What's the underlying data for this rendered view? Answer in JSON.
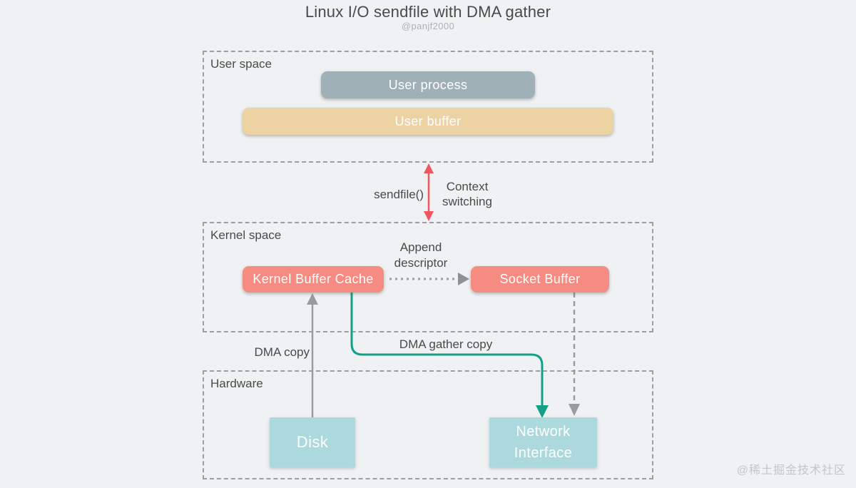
{
  "title": "Linux I/O sendfile with DMA gather",
  "subtitle": "@panjf2000",
  "watermark": "@稀土掘金技术社区",
  "sections": {
    "user_space": {
      "label": "User space"
    },
    "kernel_space": {
      "label": "Kernel space"
    },
    "hardware": {
      "label": "Hardware"
    }
  },
  "nodes": {
    "user_process": {
      "label": "User process",
      "color": "#9fb1b6"
    },
    "user_buffer": {
      "label": "User buffer",
      "color": "#edd2a3"
    },
    "kernel_buffer_cache": {
      "label": "Kernel Buffer Cache",
      "color": "#f68b81"
    },
    "socket_buffer": {
      "label": "Socket Buffer",
      "color": "#f68b81"
    },
    "disk": {
      "label": "Disk",
      "color": "#abd9dd"
    },
    "network_interface": {
      "label": "Network\nInterface",
      "color": "#abd9dd"
    }
  },
  "edges": {
    "sendfile": {
      "label": "sendfile()",
      "color": "#ef5661",
      "style": "double-headed-vertical"
    },
    "context_switching": {
      "label": "Context\nswitching",
      "color": "#ef5661"
    },
    "append_descriptor": {
      "label": "Append\ndescriptor",
      "color": "#999b9d",
      "style": "dotted-right"
    },
    "dma_copy": {
      "label": "DMA copy",
      "color": "#999b9d",
      "style": "solid-up"
    },
    "dma_gather_copy": {
      "label": "DMA gather copy",
      "color": "#14a085",
      "style": "solid-elbow-down"
    },
    "socket_to_nic": {
      "label": "",
      "color": "#999b9d",
      "style": "dashed-down"
    }
  },
  "colors": {
    "background": "#eff1f2",
    "section_border": "#9c9ea0",
    "text": "#4a4a4a",
    "subtitle_text": "#aeb1b3",
    "watermark_text": "#c4c7c9"
  }
}
